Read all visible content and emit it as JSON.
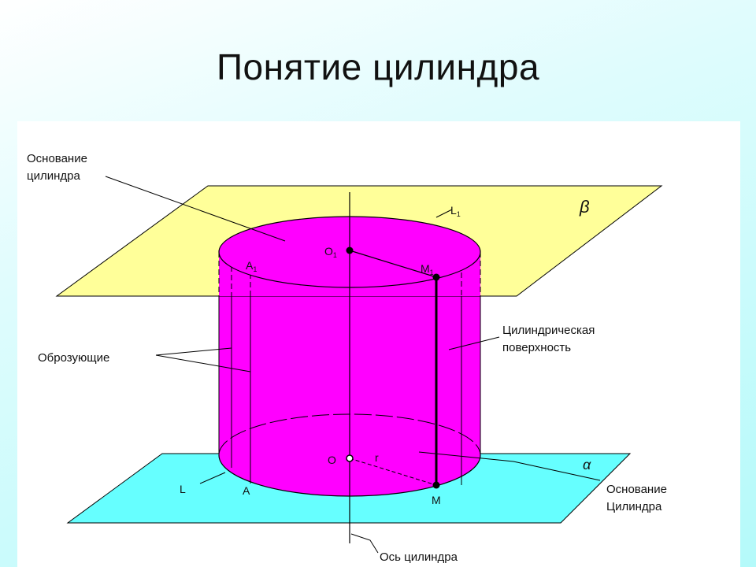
{
  "slide": {
    "title": "Понятие цилиндра"
  },
  "colors": {
    "cylinder_fill": "#ff00ff",
    "top_plane_fill": "#ffff99",
    "bottom_plane_fill": "#66ffff",
    "line_color": "#000000"
  },
  "labels": {
    "top_base_line1": "Основание",
    "top_base_line2": "цилиндра",
    "generators": "Оброзующие",
    "surface_line1": "Цилиндрическая",
    "surface_line2": "поверхность",
    "bottom_base_line1": "Основание",
    "bottom_base_line2": "Цилиндра",
    "axis": "Ось цилиндра"
  },
  "points": {
    "o1": "O",
    "o1_sub": "1",
    "m1": "M",
    "m1_sub": "1",
    "a1": "A",
    "a1_sub": "1",
    "l1": "L",
    "l1_sub": "1",
    "o": "O",
    "m": "M",
    "a": "A",
    "l": "L",
    "r": "r"
  },
  "planes": {
    "beta": "β",
    "alpha": "α"
  }
}
